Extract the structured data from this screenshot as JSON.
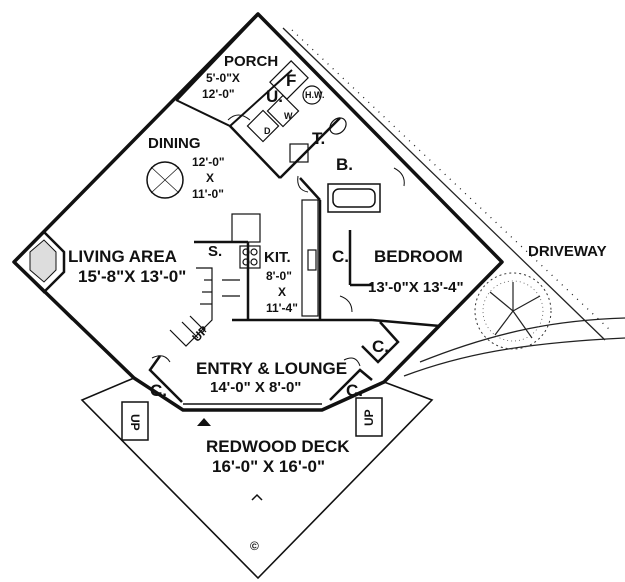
{
  "plan": {
    "rooms": {
      "porch": {
        "name": "PORCH",
        "dim_w": "5'-0\"X",
        "dim_h": "12'-0\""
      },
      "dining": {
        "name": "DINING",
        "dim_w": "12'-0\"",
        "dim_x": "X",
        "dim_h": "11'-0\""
      },
      "living": {
        "name": "LIVING AREA",
        "dim": "15'-8\"X 13'-0\""
      },
      "kitchen": {
        "name": "KIT.",
        "dim_w": "8'-0\"",
        "dim_x": "X",
        "dim_h": "11'-4\""
      },
      "bedroom": {
        "name": "BEDROOM",
        "dim": "13'-0\"X 13'-4\""
      },
      "entry": {
        "name": "ENTRY & LOUNGE",
        "dim": "14'-0\" X 8'-0\""
      },
      "deck": {
        "name": "REDWOOD DECK",
        "dim": "16'-0\" X 16'-0\""
      }
    },
    "marks": {
      "utility": "U.",
      "furnace": "F",
      "water_heater": "H.W.",
      "toilet": "T.",
      "bath": "B.",
      "closet": "C.",
      "stair": "S.",
      "up": "UP",
      "washer": "W",
      "dryer": "D",
      "copyright": "©"
    },
    "site": {
      "driveway": "DRIVEWAY"
    }
  }
}
